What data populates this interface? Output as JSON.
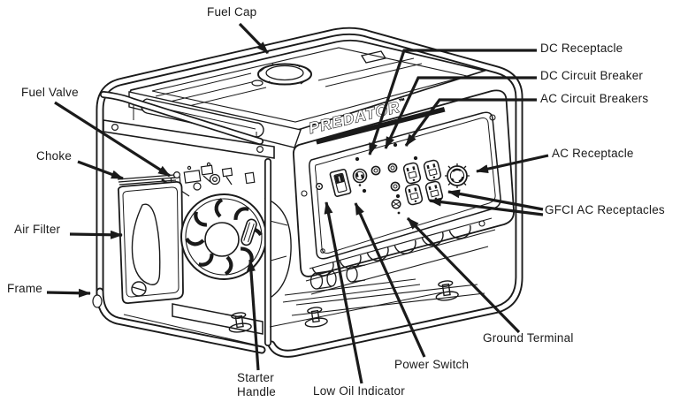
{
  "diagram": {
    "subject": "portable generator parts diagram",
    "theme": {
      "ink": "#1a1a1a",
      "background": "#ffffff"
    }
  },
  "brand": {
    "logo_text": "PREDATOR",
    "trademark": "™"
  },
  "labels": {
    "fuel_cap": "Fuel Cap",
    "fuel_valve": "Fuel Valve",
    "choke": "Choke",
    "air_filter": "Air Filter",
    "frame": "Frame",
    "starter_handle": "Starter\nHandle",
    "low_oil_indicator": "Low Oil Indicator",
    "power_switch": "Power Switch",
    "ground_terminal": "Ground Terminal",
    "dc_receptacle": "DC Receptacle",
    "dc_circuit_breaker": "DC Circuit Breaker",
    "ac_circuit_breakers": "AC Circuit Breakers",
    "ac_receptacle": "AC Receptacle",
    "gfci_ac_receptacles": "GFCI AC Receptacles"
  }
}
